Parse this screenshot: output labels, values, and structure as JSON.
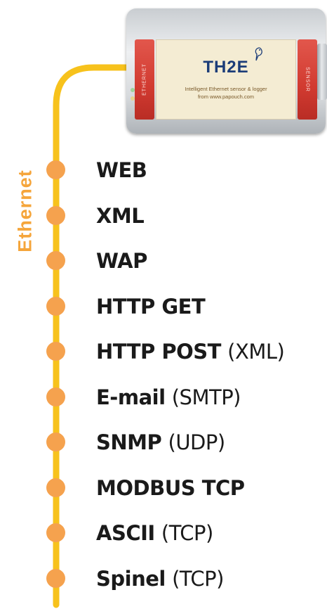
{
  "device": {
    "logo_text": "TH2E",
    "description_line1": "Intelligent Ethernet sensor & logger",
    "description_line2": "from www.papouch.com",
    "left_cap_text": "ETHERNET",
    "right_cap_text": "SENSOR"
  },
  "bus": {
    "label": "Ethernet",
    "color": "#f5a24e",
    "line_color": "#f7c21c"
  },
  "protocols": [
    {
      "name": "WEB",
      "suffix": ""
    },
    {
      "name": "XML",
      "suffix": ""
    },
    {
      "name": "WAP",
      "suffix": ""
    },
    {
      "name": "HTTP GET",
      "suffix": ""
    },
    {
      "name": "HTTP POST",
      "suffix": "(XML)"
    },
    {
      "name": "E-mail",
      "suffix": "(SMTP)"
    },
    {
      "name": "SNMP",
      "suffix": "(UDP)"
    },
    {
      "name": "MODBUS TCP",
      "suffix": ""
    },
    {
      "name": "ASCII",
      "suffix": "(TCP)"
    },
    {
      "name": "Spinel",
      "suffix": "(TCP)"
    }
  ]
}
